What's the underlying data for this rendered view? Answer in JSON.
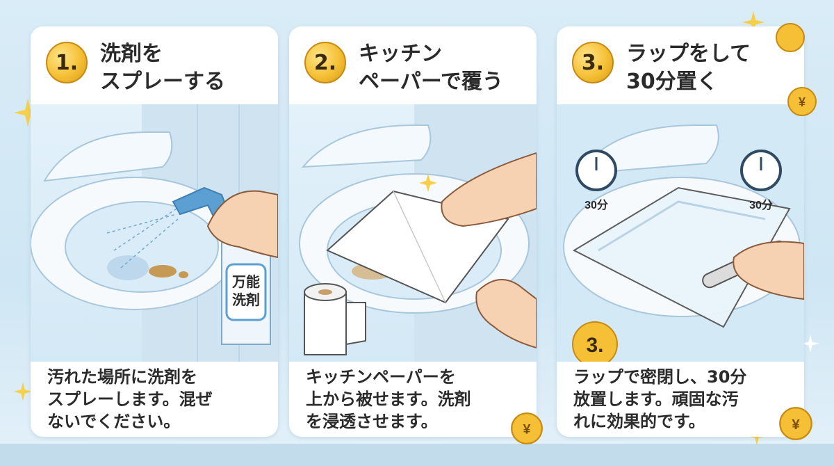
{
  "steps": [
    {
      "number": "1.",
      "title_line1": "洗剤を",
      "title_line2": "スプレーする",
      "bottle_label_line1": "万能",
      "bottle_label_line2": "洗剤",
      "caption_line1": "汚れた場所に洗剤を",
      "caption_line2": "スプレーします。混ぜ",
      "caption_line3": "ないでください。"
    },
    {
      "number": "2.",
      "title_line1": "キッチン",
      "title_line2": "ペーパーで覆う",
      "caption_line1": "キッチンペーパーを",
      "caption_line2": "上から被せます。洗剤",
      "caption_line3": "を浸透させます。"
    },
    {
      "number": "3.",
      "title_line1": "ラップをして",
      "title_line2": "30分置く",
      "timer_left_label": "30分",
      "timer_right_label": "30分",
      "inner_badge": "3.",
      "caption_line1": "ラップで密閉し、30分",
      "caption_line2": "放置します。頑固な汚",
      "caption_line3": "れに効果的です。"
    }
  ],
  "coin_symbol": "¥",
  "colors": {
    "badge_gold": "#f5c035",
    "panel_bg": "#ffffff",
    "scene_blue": "#d4e9f6",
    "bottle_blue": "#5b9fd3"
  }
}
